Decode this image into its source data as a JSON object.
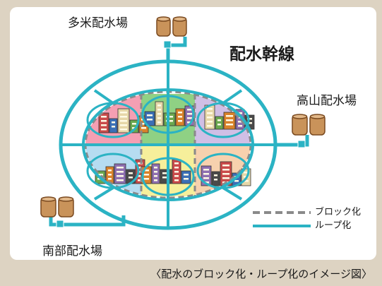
{
  "title": "配水幹線",
  "stations": {
    "tame": "多米配水場",
    "takayama": "高山配水場",
    "nanbu": "南部配水場"
  },
  "legend": {
    "block": "ブロック化",
    "loop": "ループ化"
  },
  "caption": "〈配水のブロック化・ループ化のイメージ図〉",
  "colors": {
    "pipe": "#2bb3c4",
    "block_border": "#8a8a8a",
    "tank": "#c9935a",
    "zones": [
      "#f28ea6",
      "#7bc96f",
      "#f6c9a0",
      "#a9d6ef",
      "#c8b4e0",
      "#f4ec8a",
      "#b9dca0",
      "#f7b6c6"
    ]
  }
}
